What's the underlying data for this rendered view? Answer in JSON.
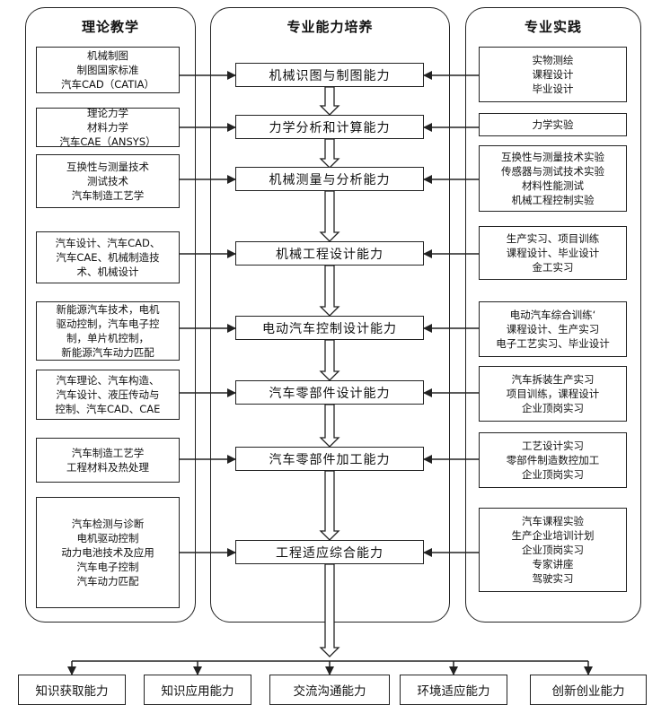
{
  "columns": {
    "left_title": "理论教学",
    "center_title": "专业能力培养",
    "right_title": "专业实践"
  },
  "theory": [
    "机械制图\n制图国家标准\n汽车CAD（CATIA）",
    "理论力学\n材料力学\n汽车CAE（ANSYS）",
    "互换性与测量技术\n测试技术\n汽车制造工艺学",
    "汽车设计、汽车CAD、\n汽车CAE、机械制造技\n术、机械设计",
    "新能源汽车技术，电机\n驱动控制，汽车电子控\n制，单片机控制，\n新能源汽车动力匹配",
    "汽车理论、汽车构造、\n汽车设计、液压传动与\n控制、汽车CAD、CAE",
    "汽车制造工艺学\n工程材料及热处理",
    "汽车检测与诊断\n电机驱动控制\n动力电池技术及应用\n汽车电子控制\n汽车动力匹配"
  ],
  "abilities": [
    "机械识图与制图能力",
    "力学分析和计算能力",
    "机械测量与分析能力",
    "机械工程设计能力",
    "电动汽车控制设计能力",
    "汽车零部件设计能力",
    "汽车零部件加工能力",
    "工程适应综合能力"
  ],
  "practice": [
    "实物测绘\n课程设计\n毕业设计",
    "力学实验",
    "互换性与测量技术实验\n传感器与测试技术实验\n材料性能测试\n机械工程控制实验",
    "生产实习、项目训练\n课程设计、毕业设计\n金工实习",
    "电动汽车综合训练‘\n课程设计、生产实习\n电子工艺实习、毕业设计",
    "汽车拆装生产实习\n项目训练，课程设计\n企业顶岗实习",
    "工艺设计实习\n零部件制造数控加工\n企业顶岗实习",
    "汽车课程实验\n生产企业培训计划\n企业顶岗实习\n专家讲座\n驾驶实习"
  ],
  "outcomes": [
    "知识获取能力",
    "知识应用能力",
    "交流沟通能力",
    "环境适应能力",
    "创新创业能力"
  ]
}
